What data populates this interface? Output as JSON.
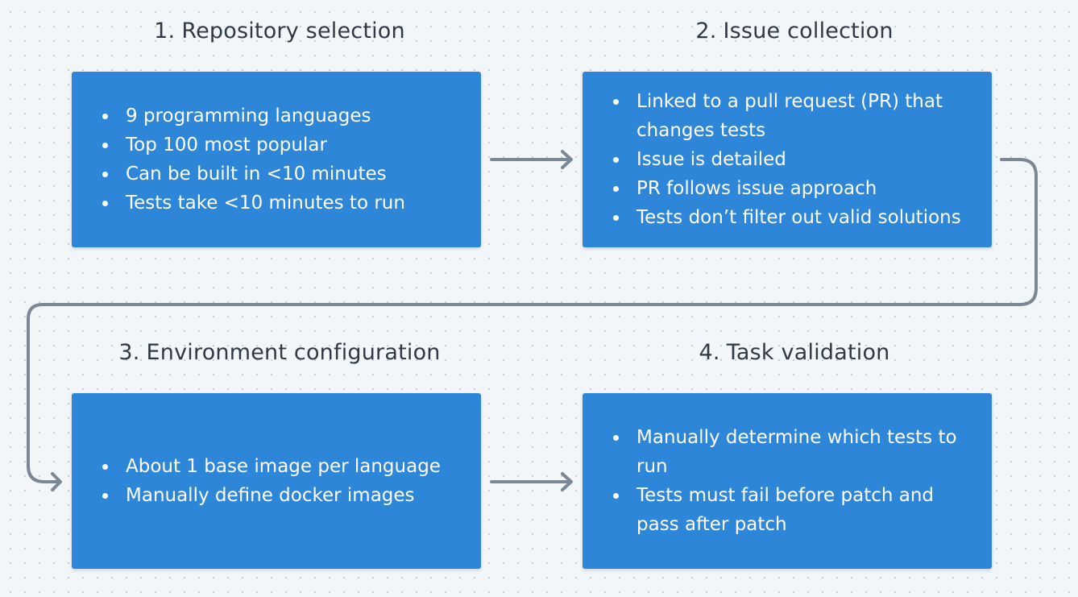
{
  "steps": [
    {
      "number": "1.",
      "title": "Repository selection",
      "items": [
        "9 programming languages",
        "Top 100 most popular",
        "Can be built in <10 minutes",
        "Tests take <10 minutes to run"
      ]
    },
    {
      "number": "2.",
      "title": "Issue collection",
      "items": [
        "Linked to a pull request (PR) that changes tests",
        "Issue is detailed",
        "PR follows issue approach",
        "Tests don’t filter out valid solutions"
      ]
    },
    {
      "number": "3.",
      "title": "Environment configuration",
      "items": [
        "About 1 base image per language",
        "Manually define docker images"
      ]
    },
    {
      "number": "4.",
      "title": "Task validation",
      "items": [
        "Manually determine which tests to run",
        "Tests must fail before patch and pass after patch"
      ]
    }
  ],
  "colors": {
    "box": "#2d86d7",
    "arrow": "#7b8794",
    "title_text": "#2f3a45",
    "background": "#f3f6f9"
  }
}
